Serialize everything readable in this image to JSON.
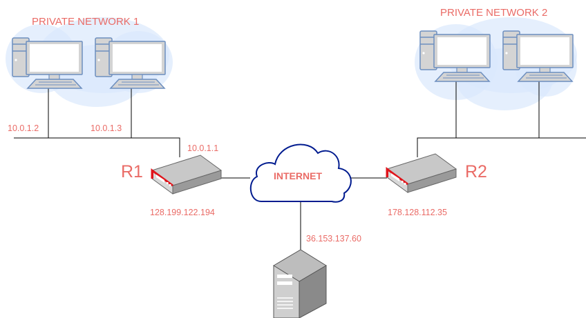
{
  "networks": [
    {
      "label": "PRIVATE NETWORK 1",
      "hosts": [
        {
          "ip": "10.0.1.2"
        },
        {
          "ip": "10.0.1.3"
        }
      ]
    },
    {
      "label": "PRIVATE NETWORK 2",
      "hosts": [
        {},
        {}
      ]
    }
  ],
  "routers": [
    {
      "name": "R1",
      "lan_ip": "10.0.1.1",
      "wan_ip": "128.199.122.194"
    },
    {
      "name": "R2",
      "wan_ip": "178.128.112.35"
    }
  ],
  "internet": {
    "label": "INTERNET"
  },
  "server": {
    "ip": "36.153.137.60"
  },
  "colors": {
    "label": "#ea6b66",
    "cloud_fill": "#dae8fc",
    "cloud_stroke": "#001b8f",
    "router_accent": "#e0151c"
  }
}
